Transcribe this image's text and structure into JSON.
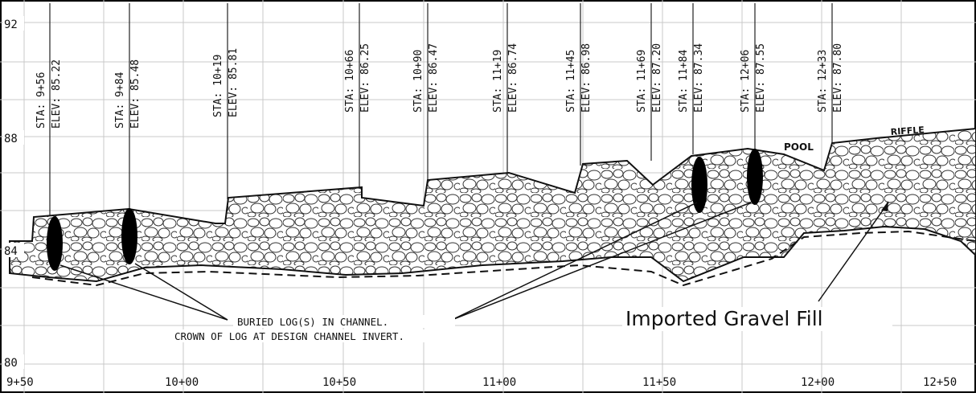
{
  "y_axis": {
    "labels": [
      "92",
      "88",
      "84",
      "80"
    ]
  },
  "x_axis": {
    "labels": [
      "9+50",
      "10+00",
      "10+50",
      "11+00",
      "11+50",
      "12+00",
      "12+50"
    ]
  },
  "stations": [
    {
      "sta": "STA: 9+56",
      "elev": "ELEV: 85.22"
    },
    {
      "sta": "STA: 9+84",
      "elev": "ELEV: 85.48"
    },
    {
      "sta": "STA: 10+19",
      "elev": "ELEV: 85.81"
    },
    {
      "sta": "STA: 10+66",
      "elev": "ELEV: 86.25"
    },
    {
      "sta": "STA: 10+90",
      "elev": "ELEV: 86.47"
    },
    {
      "sta": "STA: 11+19",
      "elev": "ELEV: 86.74"
    },
    {
      "sta": "STA: 11+45",
      "elev": "ELEV: 86.98"
    },
    {
      "sta": "STA: 11+69",
      "elev": "ELEV: 87.20"
    },
    {
      "sta": "STA: 11+84",
      "elev": "ELEV: 87.34"
    },
    {
      "sta": "STA: 12+06",
      "elev": "ELEV: 87.55"
    },
    {
      "sta": "STA: 12+33",
      "elev": "ELEV: 87.80"
    }
  ],
  "annotations": {
    "pool": "POOL",
    "riffle": "RIFFLE",
    "log_note_line1": "BURIED LOG(S) IN CHANNEL.",
    "log_note_line2": "CROWN OF LOG AT DESIGN CHANNEL INVERT.",
    "gravel_label": "Imported Gravel Fill"
  },
  "colors": {
    "grid": "#c8c8c8",
    "ink": "#111111",
    "border": "#000000"
  }
}
